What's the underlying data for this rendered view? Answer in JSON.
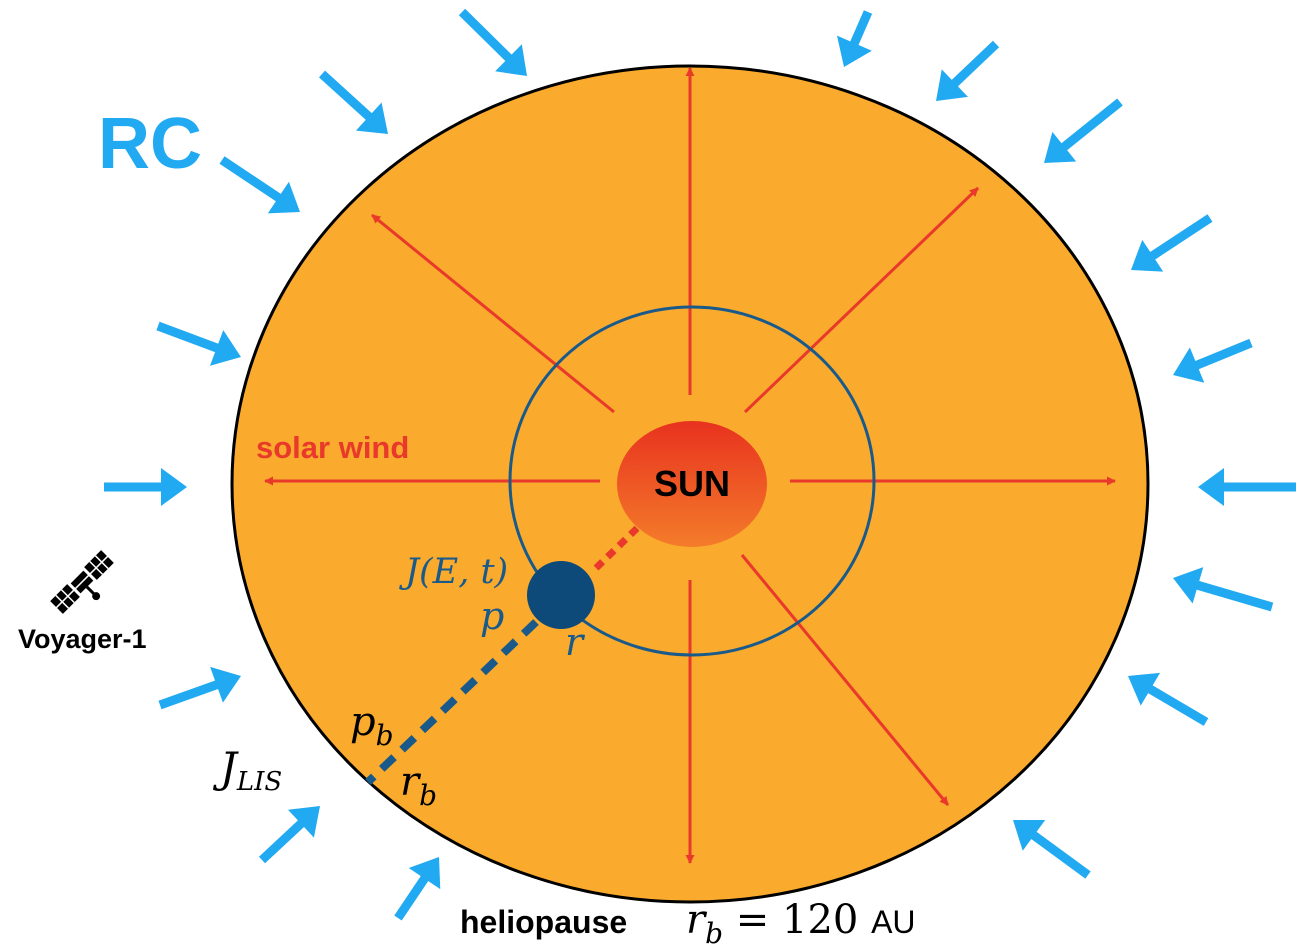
{
  "labels": {
    "rc": "RC",
    "solar_wind": "solar wind",
    "sun": "SUN",
    "voyager": "Voyager-1",
    "heliopause": "heliopause",
    "hp_eq_r": "r",
    "hp_eq_sub": "b",
    "hp_eq_mid": " = 120 ",
    "hp_eq_unit": "AU",
    "jet": "J(E, t)",
    "p": "p",
    "r": "r",
    "pb_main": "p",
    "pb_sub": "b",
    "rb_main": "r",
    "rb_sub": "b",
    "jlis_main": "J",
    "jlis_sub": "LIS"
  },
  "colors": {
    "heliosphere": "#faaa2c",
    "heliosphere_edge": "#000000",
    "solar_wind": "#e8392b",
    "cosmic_ray": "#21aaf2",
    "orbit": "#1a5a8a",
    "particle": "#0d4a7a",
    "sun_top": "#e8321f",
    "sun_bottom": "#f47c2a"
  },
  "icons": {
    "satellite": "satellite-icon"
  }
}
